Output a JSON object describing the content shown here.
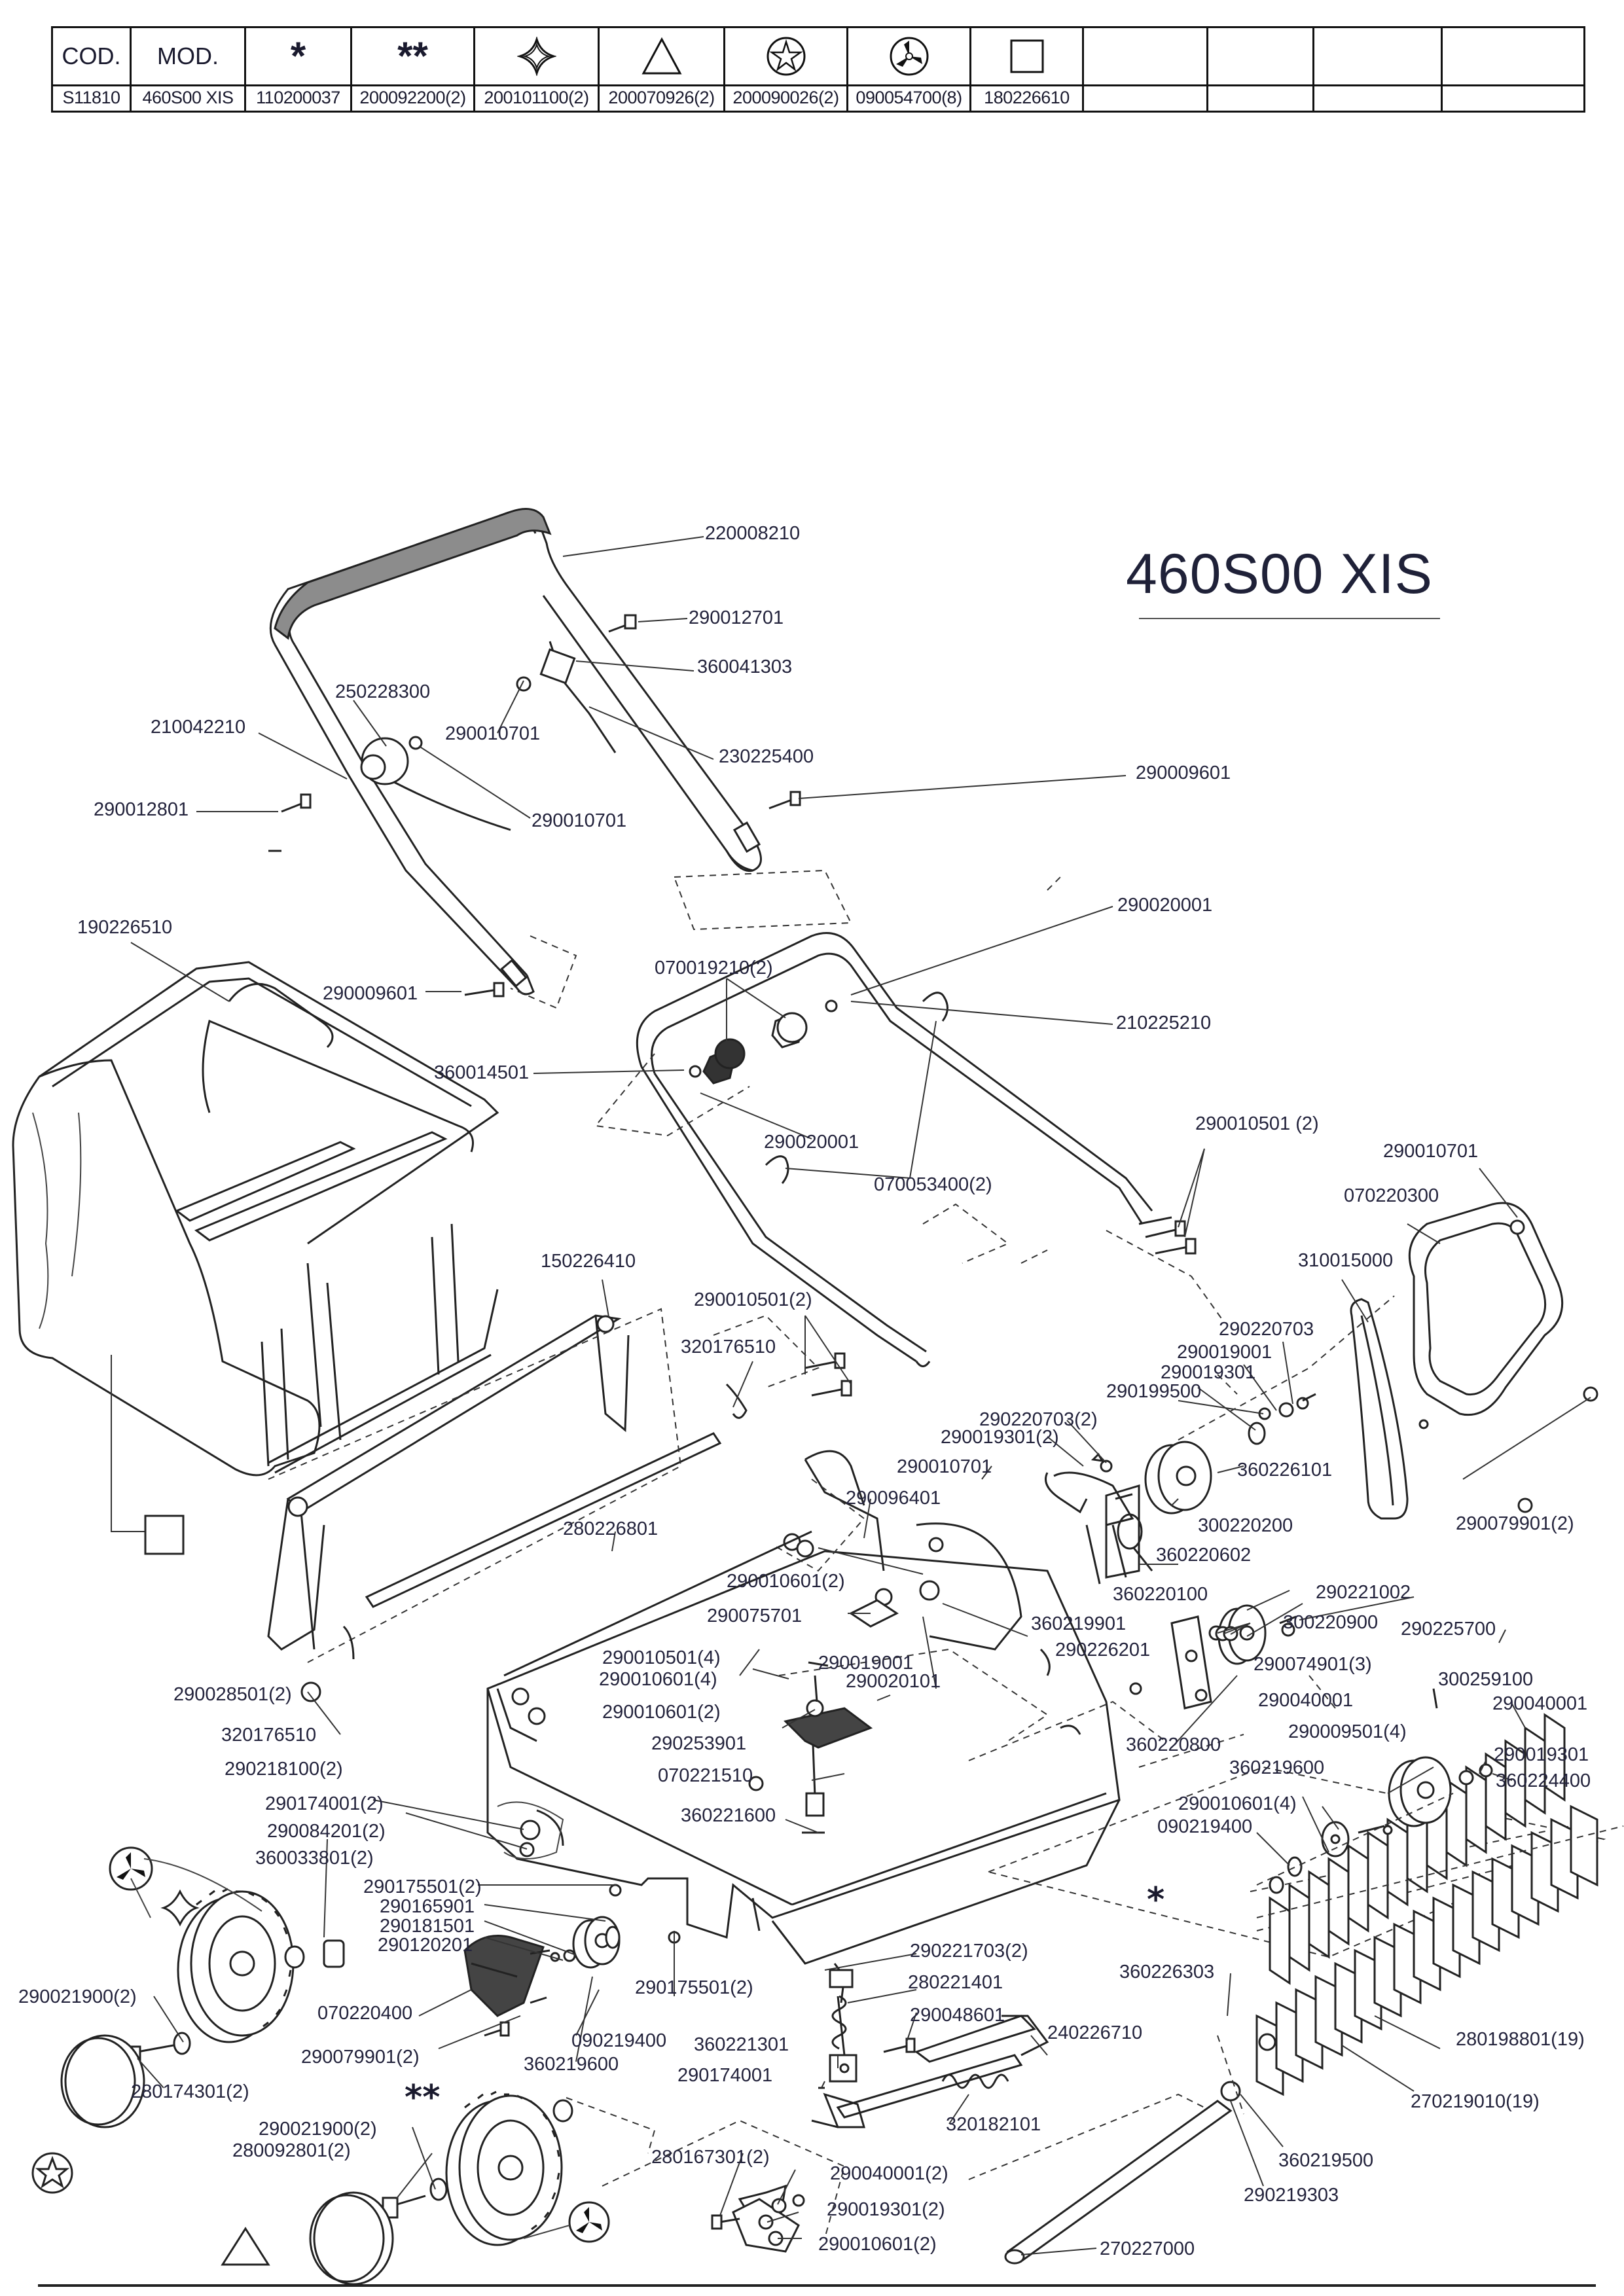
{
  "table": {
    "headers": [
      "COD.",
      "MOD.",
      "*",
      "**",
      "",
      "",
      "",
      "",
      "",
      "",
      "",
      "",
      ""
    ],
    "header_icons": [
      "",
      "",
      "",
      "",
      "clip-star-icon",
      "triangle-icon",
      "star-circle-icon",
      "wheel-hub-icon",
      "square-icon",
      "",
      "",
      "",
      ""
    ],
    "values": [
      "S11810",
      "460S00 XIS",
      "110200037",
      "200092200(2)",
      "200101100(2)",
      "200070926(2)",
      "200090026(2)",
      "090054700(8)",
      "180226610",
      "",
      "",
      "",
      ""
    ]
  },
  "model_title": "460S00 XIS",
  "callouts": {
    "c1": "220008210",
    "c2": "290012701",
    "c3": "360041303",
    "c4": "250228300",
    "c5": "290010701",
    "c6": "210042210",
    "c7": "230225400",
    "c8": "290009601",
    "c9": "290012801",
    "c10": "290010701",
    "c11": "290020001",
    "c12": "190226510",
    "c13": "290009601",
    "c14": "070019210(2)",
    "c15": "210225210",
    "c16": "360014501",
    "c17": "290020001",
    "c18": "070053400(2)",
    "c19": "290010501 (2)",
    "c20": "290010701",
    "c21": "070220300",
    "c22": "150226410",
    "c23": "310015000",
    "c24": "290010501(2)",
    "c25": "290220703",
    "c26": "320176510",
    "c27": "290019001",
    "c28": "290019301",
    "c29": "290199500",
    "c30": "290220703(2)",
    "c31": "290019301(2)",
    "c32": "360226101",
    "c33": "290010701",
    "c34": "290096401",
    "c35": "290079901(2)",
    "c36": "300220200",
    "c37": "280226801",
    "c38": "360220602",
    "c39": "290010601(2)",
    "c40": "360220100",
    "c41": "290075701",
    "c42": "290221002",
    "c43": "360219901",
    "c44": "300220900",
    "c45": "290225700",
    "c46": "290010501(4)",
    "c47": "290019001",
    "c48": "290226201",
    "c49": "290010601(4)",
    "c50": "290020101",
    "c51": "290074901(3)",
    "c52": "300259100",
    "c53": "290028501(2)",
    "c54": "290010601(2)",
    "c55": "290040001",
    "c56": "290040001",
    "c57": "320176510",
    "c58": "290253901",
    "c59": "360220800",
    "c60": "290009501(4)",
    "c61": "290019301",
    "c62": "290218100(2)",
    "c63": "070221510",
    "c64": "360219600",
    "c65": "360224400",
    "c66": "290174001(2)",
    "c67": "360221600",
    "c68": "290010601(4)",
    "c69": "290084201(2)",
    "c70": "090219400",
    "c71": "360033801(2)",
    "c72": "290175501(2)",
    "c73": "290165901",
    "c74": "290181501",
    "c75": "290120201",
    "c76": "290221703(2)",
    "c77": "360226303",
    "c78": "290021900(2)",
    "c79": "070220400",
    "c80": "290175501(2)",
    "c81": "280221401",
    "c82": "290048601",
    "c83": "240226710",
    "c84": "280198801(19)",
    "c85": "090219400",
    "c86": "360221301",
    "c87": "280174301(2)",
    "c88": "290079901(2)",
    "c89": "360219600",
    "c90": "290174001",
    "c91": "270219010(19)",
    "c92": "320182101",
    "c93": "290021900(2)",
    "c94": "280092801(2)",
    "c95": "280167301(2)",
    "c96": "290040001(2)",
    "c97": "360219500",
    "c98": "290219303",
    "c99": "290019301(2)",
    "c100": "290010601(2)",
    "c101": "270227000"
  },
  "markers": {
    "m_star": "*",
    "m_dstar": "**"
  }
}
